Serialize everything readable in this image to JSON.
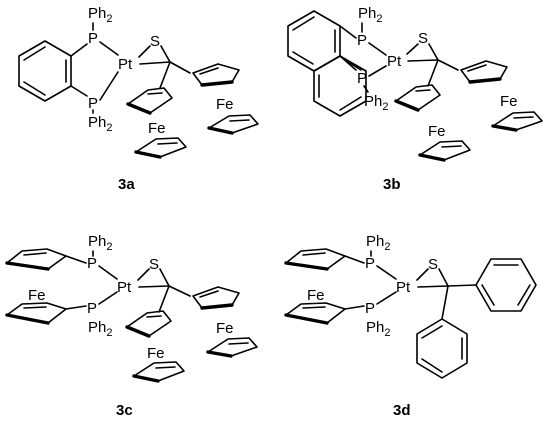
{
  "compounds": [
    {
      "id": "3a",
      "caption": "3a",
      "atoms": {
        "p_top": "P",
        "p_bottom": "P",
        "pt": "Pt",
        "s": "S",
        "ph_top": "Ph",
        "ph_bottom": "Ph",
        "ph_sub": "2",
        "fe1": "Fe",
        "fe2": "Fe"
      }
    },
    {
      "id": "3b",
      "caption": "3b",
      "atoms": {
        "p_top": "P",
        "p_bottom": "P",
        "pt": "Pt",
        "s": "S",
        "ph_top": "Ph",
        "ph_bottom": "Ph",
        "ph_sub": "2",
        "fe1": "Fe",
        "fe2": "Fe"
      }
    },
    {
      "id": "3c",
      "caption": "3c",
      "atoms": {
        "p_top": "P",
        "p_bottom": "P",
        "pt": "Pt",
        "s": "S",
        "ph_top": "Ph",
        "ph_bottom": "Ph",
        "ph_sub": "2",
        "fe_left": "Fe",
        "fe1": "Fe",
        "fe2": "Fe"
      }
    },
    {
      "id": "3d",
      "caption": "3d",
      "atoms": {
        "p_top": "P",
        "p_bottom": "P",
        "pt": "Pt",
        "s": "S",
        "ph_top": "Ph",
        "ph_bottom": "Ph",
        "ph_sub": "2",
        "fe_left": "Fe"
      }
    }
  ]
}
